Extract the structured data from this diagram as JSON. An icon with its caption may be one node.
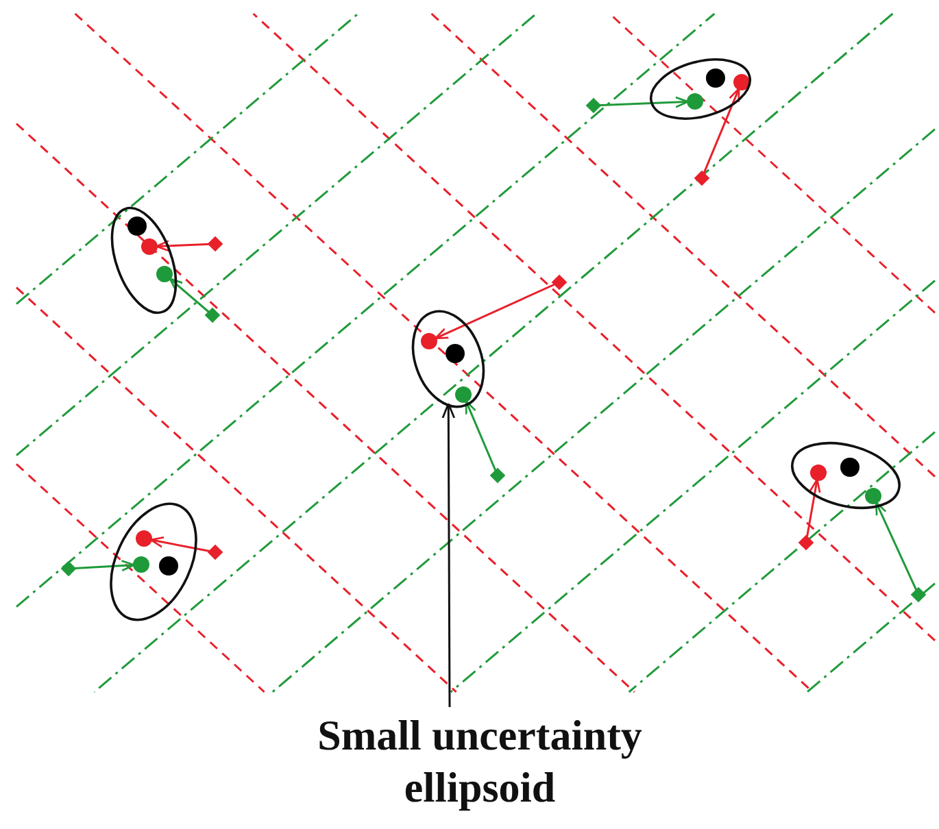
{
  "diagram": {
    "nodes": [
      {
        "text": [],
        "shape": "ellipse"
      },
      {
        "text": [],
        "shape": "ellipse"
      },
      {
        "text": [],
        "shape": "ellipse"
      },
      {
        "text": [],
        "shape": "ellipse"
      },
      {
        "text": [],
        "shape": "ellipse"
      },
      {
        "text": [
          "Small uncertainty ellipsoid"
        ]
      }
    ],
    "edges": [
      {
        "from": 5,
        "to": 2,
        "arrow": "to"
      }
    ]
  }
}
